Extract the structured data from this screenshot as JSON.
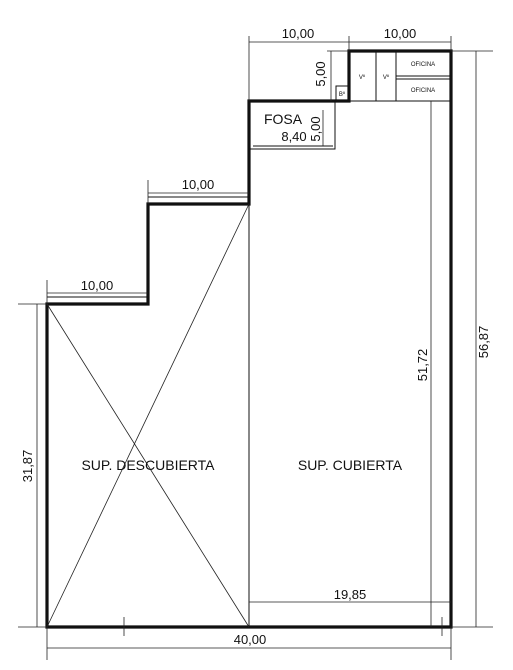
{
  "plan": {
    "dimensions": {
      "office_width_left": "10,00",
      "office_width_right": "10,00",
      "office_depth": "5,00",
      "fosa_depth": "5,00",
      "fosa_width": "8,40",
      "step_upper_width": "10,00",
      "step_lower_width": "10,00",
      "left_height": "31,87",
      "inner_height": "51,72",
      "total_height": "56,87",
      "bottom_inner_width": "19,85",
      "total_width": "40,00"
    },
    "rooms": {
      "fosa": "FOSA",
      "uncovered": "SUP. DESCUBIERTA",
      "covered": "SUP. CUBIERTA",
      "oficina_top": "OFICINA",
      "oficina_bottom": "OFICINA",
      "vestuario_1": "Vº",
      "vestuario_2": "Vº",
      "bano": "Bº"
    }
  }
}
